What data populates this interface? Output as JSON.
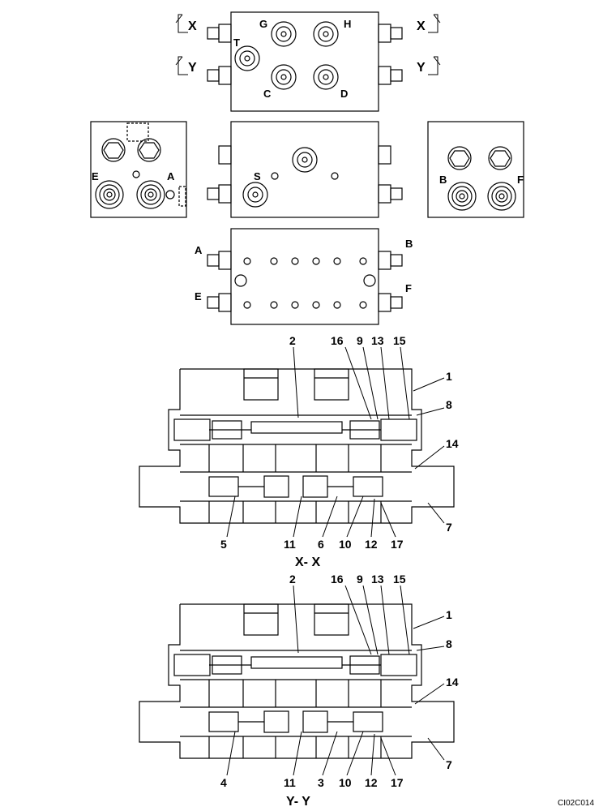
{
  "views": {
    "top": {
      "section_marks": [
        "X",
        "X",
        "Y",
        "Y"
      ],
      "port_labels": [
        "G",
        "H",
        "T",
        "C",
        "D"
      ]
    },
    "left": {
      "port_labels": [
        "E",
        "A"
      ]
    },
    "front": {
      "port_labels": [
        "S"
      ]
    },
    "right": {
      "port_labels": [
        "B",
        "F"
      ]
    },
    "bottom": {
      "port_labels": [
        "A",
        "B",
        "E",
        "F"
      ]
    }
  },
  "sections": [
    {
      "title": "X- X",
      "callouts_top": [
        "2",
        "16",
        "9",
        "13",
        "15"
      ],
      "callouts_right": [
        "1",
        "8",
        "14",
        "7"
      ],
      "callouts_bottom": [
        "5",
        "11",
        "6",
        "10",
        "12",
        "17"
      ]
    },
    {
      "title": "Y- Y",
      "callouts_top": [
        "2",
        "16",
        "9",
        "13",
        "15"
      ],
      "callouts_right": [
        "1",
        "8",
        "14",
        "7"
      ],
      "callouts_bottom": [
        "4",
        "11",
        "3",
        "10",
        "12",
        "17"
      ]
    }
  ],
  "drawing_code": "CI02C014"
}
